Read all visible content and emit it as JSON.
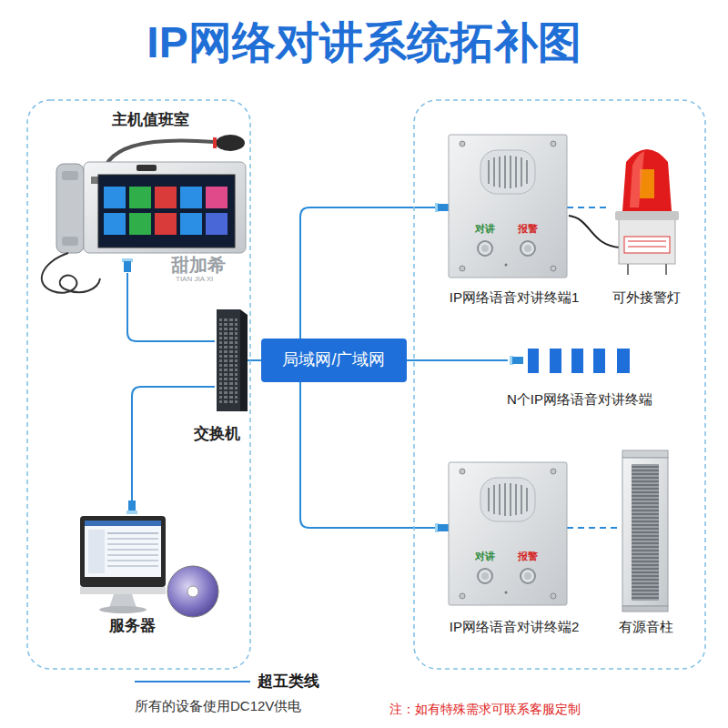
{
  "diagram": {
    "title": "IP网络对讲系统拓补图",
    "nodes": [
      {
        "text": [
          "主机值班室"
        ]
      },
      {
        "text": [
          "交换机"
        ]
      },
      {
        "text": [
          "服务器"
        ]
      },
      {
        "text": [
          "局域网/广域网"
        ]
      },
      {
        "text": [
          "对讲",
          "报警",
          "IP网络语音对讲终端1"
        ]
      },
      {
        "text": [
          "可外接警灯"
        ]
      },
      {
        "text": [
          "N个IP网络语音对讲终端"
        ]
      },
      {
        "text": [
          "对讲",
          "报警",
          "IP网络语音对讲终端2"
        ]
      },
      {
        "text": [
          "有源音柱"
        ]
      }
    ],
    "edges": [
      {
        "from": 0,
        "to": 1,
        "arrow": "none"
      },
      {
        "from": 2,
        "to": 1,
        "arrow": "none"
      },
      {
        "from": 1,
        "to": 3,
        "arrow": "none"
      },
      {
        "from": 3,
        "to": 4,
        "arrow": "none"
      },
      {
        "from": 3,
        "to": 6,
        "arrow": "none"
      },
      {
        "from": 3,
        "to": 7,
        "arrow": "none"
      },
      {
        "from": 4,
        "to": 5,
        "arrow": "none"
      },
      {
        "from": 7,
        "to": 8,
        "arrow": "none"
      }
    ],
    "labels": [
      "甜加希",
      "TIAN JIA XI",
      "所有的设备使用DC12V供电",
      "注：如有特殊需求可联系客服定制"
    ],
    "legend": [
      {
        "text": "超五类线"
      }
    ]
  }
}
